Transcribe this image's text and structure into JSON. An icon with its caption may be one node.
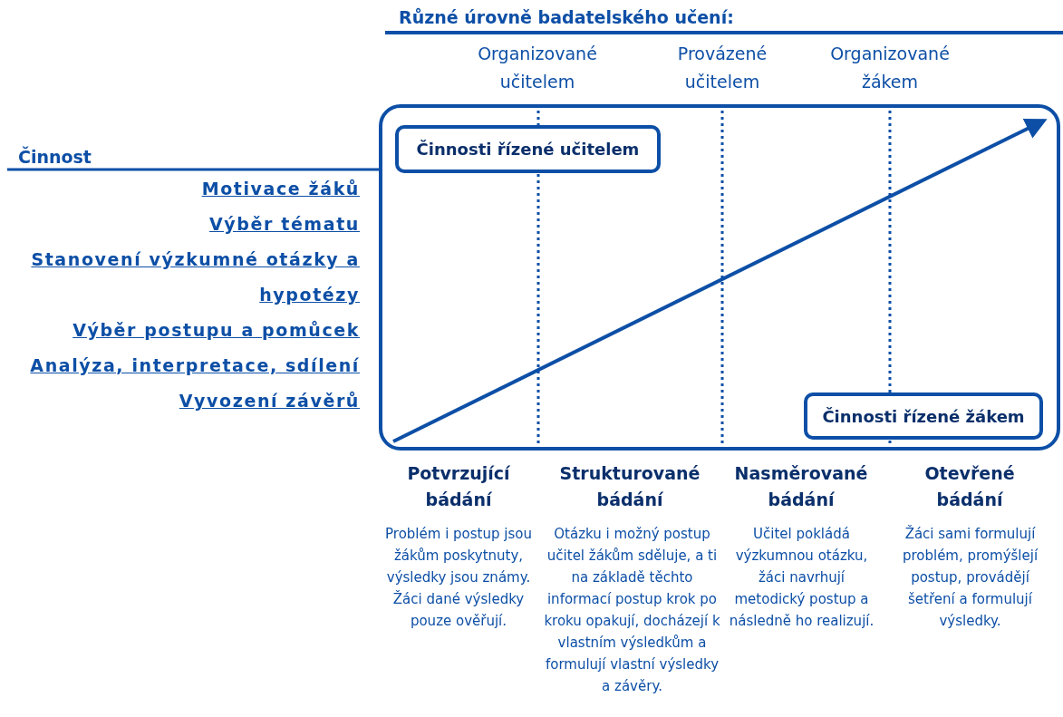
{
  "diagram": {
    "title": "Různé úrovně badatelského učení:",
    "nodes": [
      {
        "text": [],
        "shape": "box"
      },
      {
        "text": [
          "Činnosti řízené učitelem"
        ],
        "in": 0
      },
      {
        "text": [
          "Činnosti řízené žákem"
        ],
        "in": 0
      }
    ],
    "edges": [],
    "labels": [
      "Organizované učitelem",
      "Provázené učitelem",
      "Organizované žákem",
      "Činnost",
      "Motivace žáků",
      "Výběr tématu",
      "Stanovení výzkumné otázky a hypotézy",
      "Výběr postupu a pomůcek",
      "Analýza, interpretace, sdílení",
      "Vyvození závěrů",
      "Potvrzující bádání",
      "Strukturované bádání",
      "Nasměrované bádání",
      "Otevřené bádání",
      "Problém i postup jsou žákům poskytnuty, výsledky jsou známy. Žáci dané výsledky pouze ověřují.",
      "Otázku i možný postup učitel žákům sděluje, a ti na základě těchto informací postup krok po kroku opakují, docházejí k vlastním výsledkům a formulují vlastní výsledky a závěry.",
      "Učitel pokládá výzkumnou otázku, žáci navrhují metodický postup a následně ho realizují.",
      "Žáci sami formulují problém, promýšlejí postup, provádějí šetření a formulují výsledky."
    ]
  }
}
